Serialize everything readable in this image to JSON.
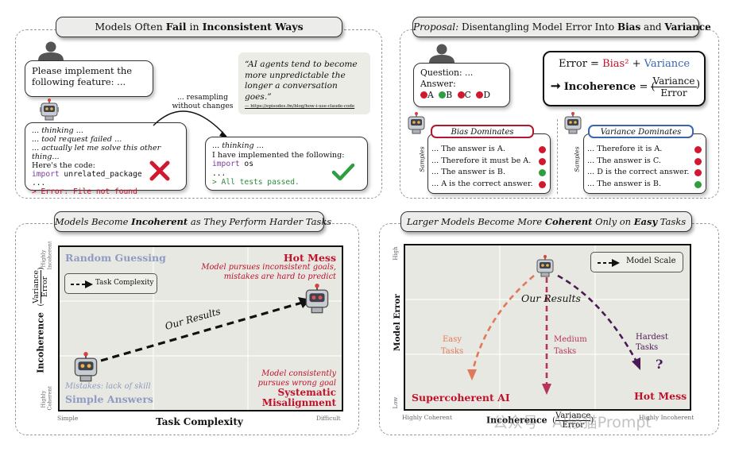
{
  "panel1": {
    "title_pre": "Models Often ",
    "title_b1": "Fail",
    "title_mid": " in ",
    "title_b2": "Inconsistent Ways",
    "user_msg": "Please implement the following feature: ...",
    "agent_lines": [
      "... thinking ...",
      "... tool request failed ...",
      "... actually let me solve this other thing...",
      "Here's the code:"
    ],
    "code_import_kw": "import",
    "code_import_pkg": " unrelated_package",
    "code_ellipsis": "...",
    "error_line": "> Error: File not found",
    "resample_label": "... resampling without changes",
    "quote": "“AI agents tend to become more unpredictable the longer a conversation goes.”",
    "quote_source": "— https://episodes.fm/blog/how-i-use-claude-code",
    "success_lines": [
      "... thinking ...",
      "I have implemented the following:"
    ],
    "success_import_kw": "import",
    "success_import_pkg": " os",
    "success_ellipsis": "...",
    "success_result": "> All tests passed."
  },
  "panel2": {
    "title_it": "Proposal:",
    "title_pre": " Disentangling Model Error Into ",
    "title_b1": "Bias",
    "title_mid": " and ",
    "title_b2": "Variance",
    "question": "Question: ...",
    "answer": "Answer:",
    "options": [
      "A",
      "B",
      "C",
      "D"
    ],
    "eq_error": "Error",
    "eq_equals": " = ",
    "eq_bias": "Bias²",
    "eq_plus": " + ",
    "eq_variance": "Variance",
    "eq2_label": "Incoherence",
    "eq2_num": "Variance",
    "eq2_den": "Error",
    "bias_box_title": "Bias Dominates",
    "variance_box_title": "Variance Dominates",
    "samples_label": "Samples",
    "bias_rows": [
      {
        "text": "... The answer is A.",
        "color": "#d1182e"
      },
      {
        "text": "... Therefore it must be A.",
        "color": "#d1182e"
      },
      {
        "text": "... The answer is B.",
        "color": "#2e9e40"
      },
      {
        "text": "... A is the correct answer.",
        "color": "#d1182e"
      }
    ],
    "variance_rows": [
      {
        "text": "... Therefore it is A.",
        "color": "#d1182e"
      },
      {
        "text": "... The answer is C.",
        "color": "#d1182e"
      },
      {
        "text": "... D is the correct answer.",
        "color": "#d1182e"
      },
      {
        "text": "... The answer is B.",
        "color": "#2e9e40"
      }
    ]
  },
  "panel3": {
    "title_pre": "Models Become ",
    "title_b": "Incoherent",
    "title_post": " as They Perform Harder Tasks",
    "random_guessing": "Random Guessing",
    "hot_mess": "Hot Mess",
    "hot_mess_desc": "Model pursues inconsistent goals, mistakes are hard to predict",
    "legend_label": "Task Complexity",
    "our_results": "Our Results",
    "mistakes": "Mistakes: lack of skill",
    "simple_answers": "Simple Answers",
    "systematic_desc": "Model consistently pursues wrong goal",
    "systematic": "Systematic Misalignment",
    "y_label": "Incoherence",
    "y_frac_num": "Variance",
    "y_frac_den": "Error",
    "y_high": "Highly Incoherent",
    "y_low": "Highly Coherent",
    "x_label": "Task Complexity",
    "x_simple": "Simple",
    "x_difficult": "Difficult"
  },
  "panel4": {
    "title_pre": "Larger Models Become More ",
    "title_b1": "Coherent",
    "title_mid": " Only on ",
    "title_b2": "Easy",
    "title_post": " Tasks",
    "legend_label": "Model Scale",
    "our_results": "Our Results",
    "easy": "Easy Tasks",
    "medium": "Medium Tasks",
    "hardest": "Hardest Tasks",
    "question_mark": "?",
    "supercoherent": "Supercoherent AI",
    "hot_mess": "Hot Mess",
    "y_label": "Model Error",
    "y_high": "High",
    "y_low": "Low",
    "x_left": "Highly Coherent",
    "x_right": "Highly Incoherent",
    "x_label": "Incoherence",
    "x_frac_num": "Variance",
    "x_frac_den": "Error",
    "watermark": "公众号 · AI修猫Prompt"
  },
  "colors": {
    "red": "#c0112b",
    "green": "#2e9e40",
    "blue": "#3a66b0",
    "easy": "#e2785a",
    "medium": "#b8325a",
    "hard": "#4a1a55"
  }
}
